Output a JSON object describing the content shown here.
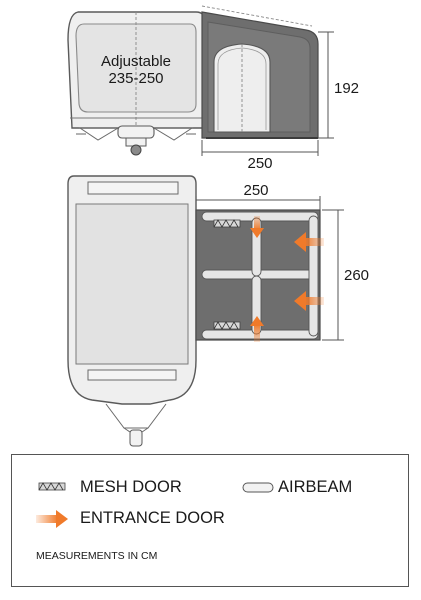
{
  "side_view": {
    "caravan_label_line1": "Adjustable",
    "caravan_label_line2": "235-250",
    "height_label": "192",
    "depth_label": "250"
  },
  "top_view": {
    "width_label": "250",
    "depth_label": "260"
  },
  "legend": {
    "mesh_door": "MESH DOOR",
    "airbeam": "AIRBEAM",
    "entrance_door": "ENTRANCE DOOR",
    "note": "MEASUREMENTS IN CM"
  },
  "colors": {
    "outline": "#5a5a5a",
    "awning_fill": "#6e6e6e",
    "caravan_fill": "#e9e9e9",
    "arrow": "#f07a2a",
    "beam": "#e6e6e6"
  }
}
